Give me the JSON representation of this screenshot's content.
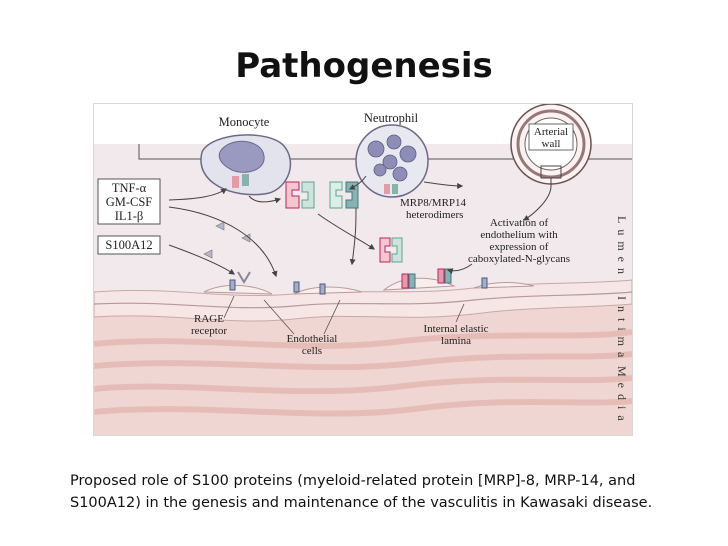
{
  "slide": {
    "title": "Pathogenesis",
    "caption_line1": "Proposed role of S100 proteins (myeloid-related protein [MRP]-8, MRP-14, and",
    "caption_line2": "S100A12) in the genesis and maintenance of the vasculitis   in Kawasaki disease."
  },
  "figure": {
    "monocyte": "Monocyte",
    "neutrophil": "Neutrophil",
    "arterial_wall_line1": "Arterial",
    "arterial_wall_line2": "wall",
    "cytokine_line1": "TNF-α",
    "cytokine_line2": "GM-CSF",
    "cytokine_line3": "IL1-β",
    "s100a12": "S100A12",
    "mrp_line1": "MRP8/MRP14",
    "mrp_line2": "heterodimers",
    "activation_line1": "Activation of",
    "activation_line2": "endothelium with",
    "activation_line3": "expression of",
    "activation_line4": "caboxylated-N-glycans",
    "rage_line1": "RAGE",
    "rage_line2": "receptor",
    "endothelial_line1": "Endothelial",
    "endothelial_line2": "cells",
    "elastic_line1": "Internal elastic",
    "elastic_line2": "lamina",
    "lumen": "Lumen",
    "intima": "Intima",
    "media": "Media"
  },
  "colors": {
    "lumen_bg": "#f1e9ec",
    "intima_bg": "#f6e6e6",
    "media_bg": "#f0d6d2",
    "media_stripe": "#e6bdb6",
    "cell_fill": "#e3e3ee",
    "nucleus": "#9a9ac0",
    "receptor_pink": "#e59aa6",
    "receptor_teal": "#86b3ae"
  }
}
